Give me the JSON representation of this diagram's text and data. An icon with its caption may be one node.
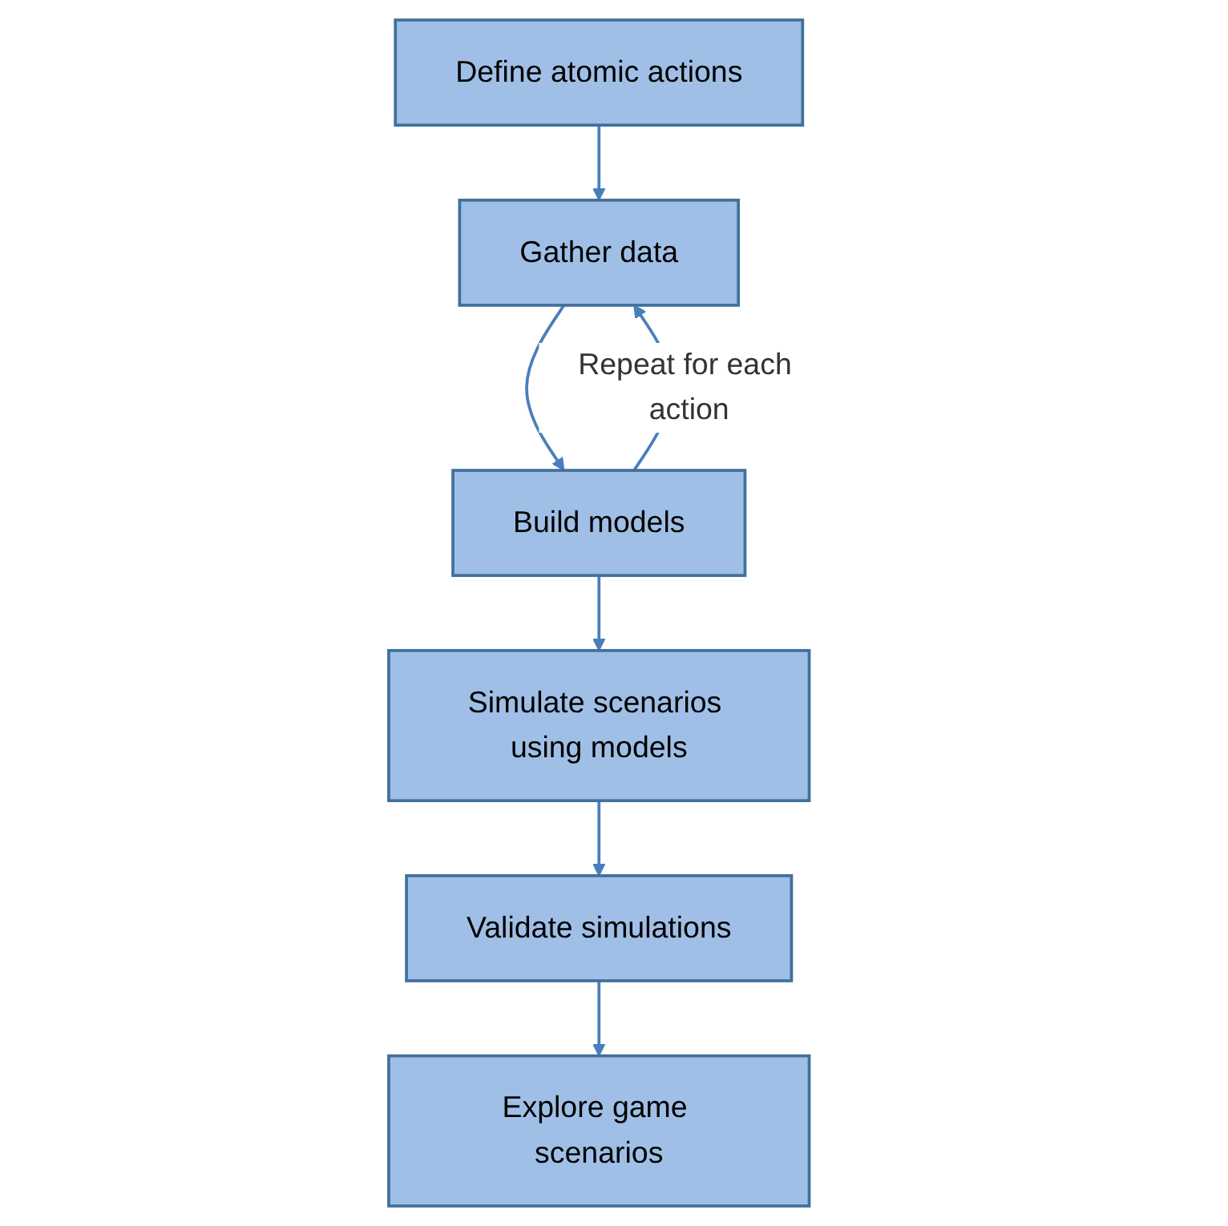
{
  "diagram": {
    "nodes": [
      {
        "text": [
          "Define atomic actions"
        ]
      },
      {
        "text": [
          "Gather data"
        ]
      },
      {
        "text": [
          "Build models"
        ]
      },
      {
        "text": [
          "Simulate scenarios using models"
        ]
      },
      {
        "text": [
          "Validate simulations"
        ]
      },
      {
        "text": [
          "Explore game scenarios"
        ]
      }
    ],
    "edges": [
      {
        "from": 0,
        "to": 1,
        "arrow": "to"
      },
      {
        "from": 1,
        "to": 2,
        "arrow": "to"
      },
      {
        "from": 2,
        "to": 1,
        "arrow": "to",
        "label": "Repeat for each action"
      },
      {
        "from": 2,
        "to": 3,
        "arrow": "to"
      },
      {
        "from": 3,
        "to": 4,
        "arrow": "to"
      },
      {
        "from": 4,
        "to": 5,
        "arrow": "to"
      }
    ]
  }
}
